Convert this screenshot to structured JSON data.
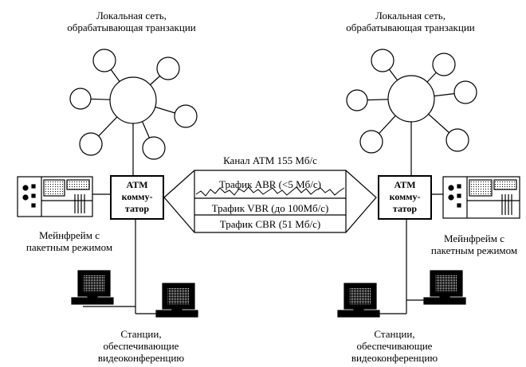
{
  "left": {
    "lan_label": [
      "Локальная сеть,",
      "обрабатывающая транзакции"
    ],
    "switch_label": [
      "ATM",
      "коммy-",
      "татор"
    ],
    "mainframe_label": [
      "Мейнфрейм с",
      "пакетным режимом"
    ],
    "stations_label": [
      "Станции,",
      "обеспечивающие",
      "видеоконференцию"
    ]
  },
  "right": {
    "lan_label": [
      "Локальная сеть,",
      "обрабатывающая транзакции"
    ],
    "switch_label": [
      "ATM",
      "коммy-",
      "татор"
    ],
    "mainframe_label": [
      "Мейнфрейм с",
      "пакетным режимом"
    ],
    "stations_label": [
      "Станции,",
      "обеспечивающие",
      "видеоконференцию"
    ]
  },
  "channel": {
    "title": "Канал ATM 155 Мб/с",
    "traffic": [
      "Трафик ABR (<5 Мб/с)",
      "Трафик VBR (до 100Мб/с)",
      "Трафик CBR (51 Мб/с)"
    ]
  }
}
